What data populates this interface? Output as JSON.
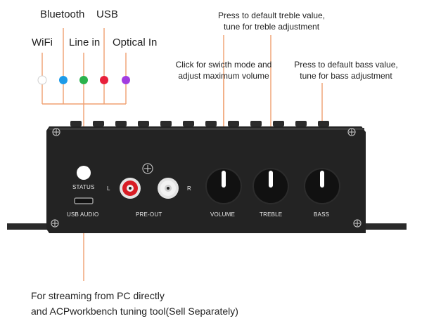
{
  "colors": {
    "leader_line": "#f0a070",
    "device_body": "#232323",
    "wifi_led": "#ffffff",
    "bluetooth_led": "#1e9be8",
    "linein_led": "#2bb24c",
    "usb_led": "#e8203a",
    "optical_led": "#a23ce0",
    "rca_left": "#d81c24",
    "rca_right": "#f2f2f2"
  },
  "indicators": {
    "wifi": "WiFi",
    "bluetooth": "Bluetooth",
    "line_in": "Line in",
    "usb": "USB",
    "optical_in": "Optical In"
  },
  "annotations": {
    "treble": [
      "Press to default treble value,",
      "tune for treble adjustment"
    ],
    "volume": [
      "Click for swicth mode and",
      "adjust maximum volume"
    ],
    "bass": [
      "Press to default bass value,",
      "tune for bass adjustment"
    ],
    "usb_audio": [
      "For streaming from PC directly",
      "and ACPworkbench tuning tool(Sell Separately)"
    ]
  },
  "panel": {
    "status": "STATUS",
    "usb_audio": "USB AUDIO",
    "pre_out": "PRE-OUT",
    "left": "L",
    "right": "R",
    "volume": "VOLUME",
    "treble": "TREBLE",
    "bass": "BASS"
  }
}
